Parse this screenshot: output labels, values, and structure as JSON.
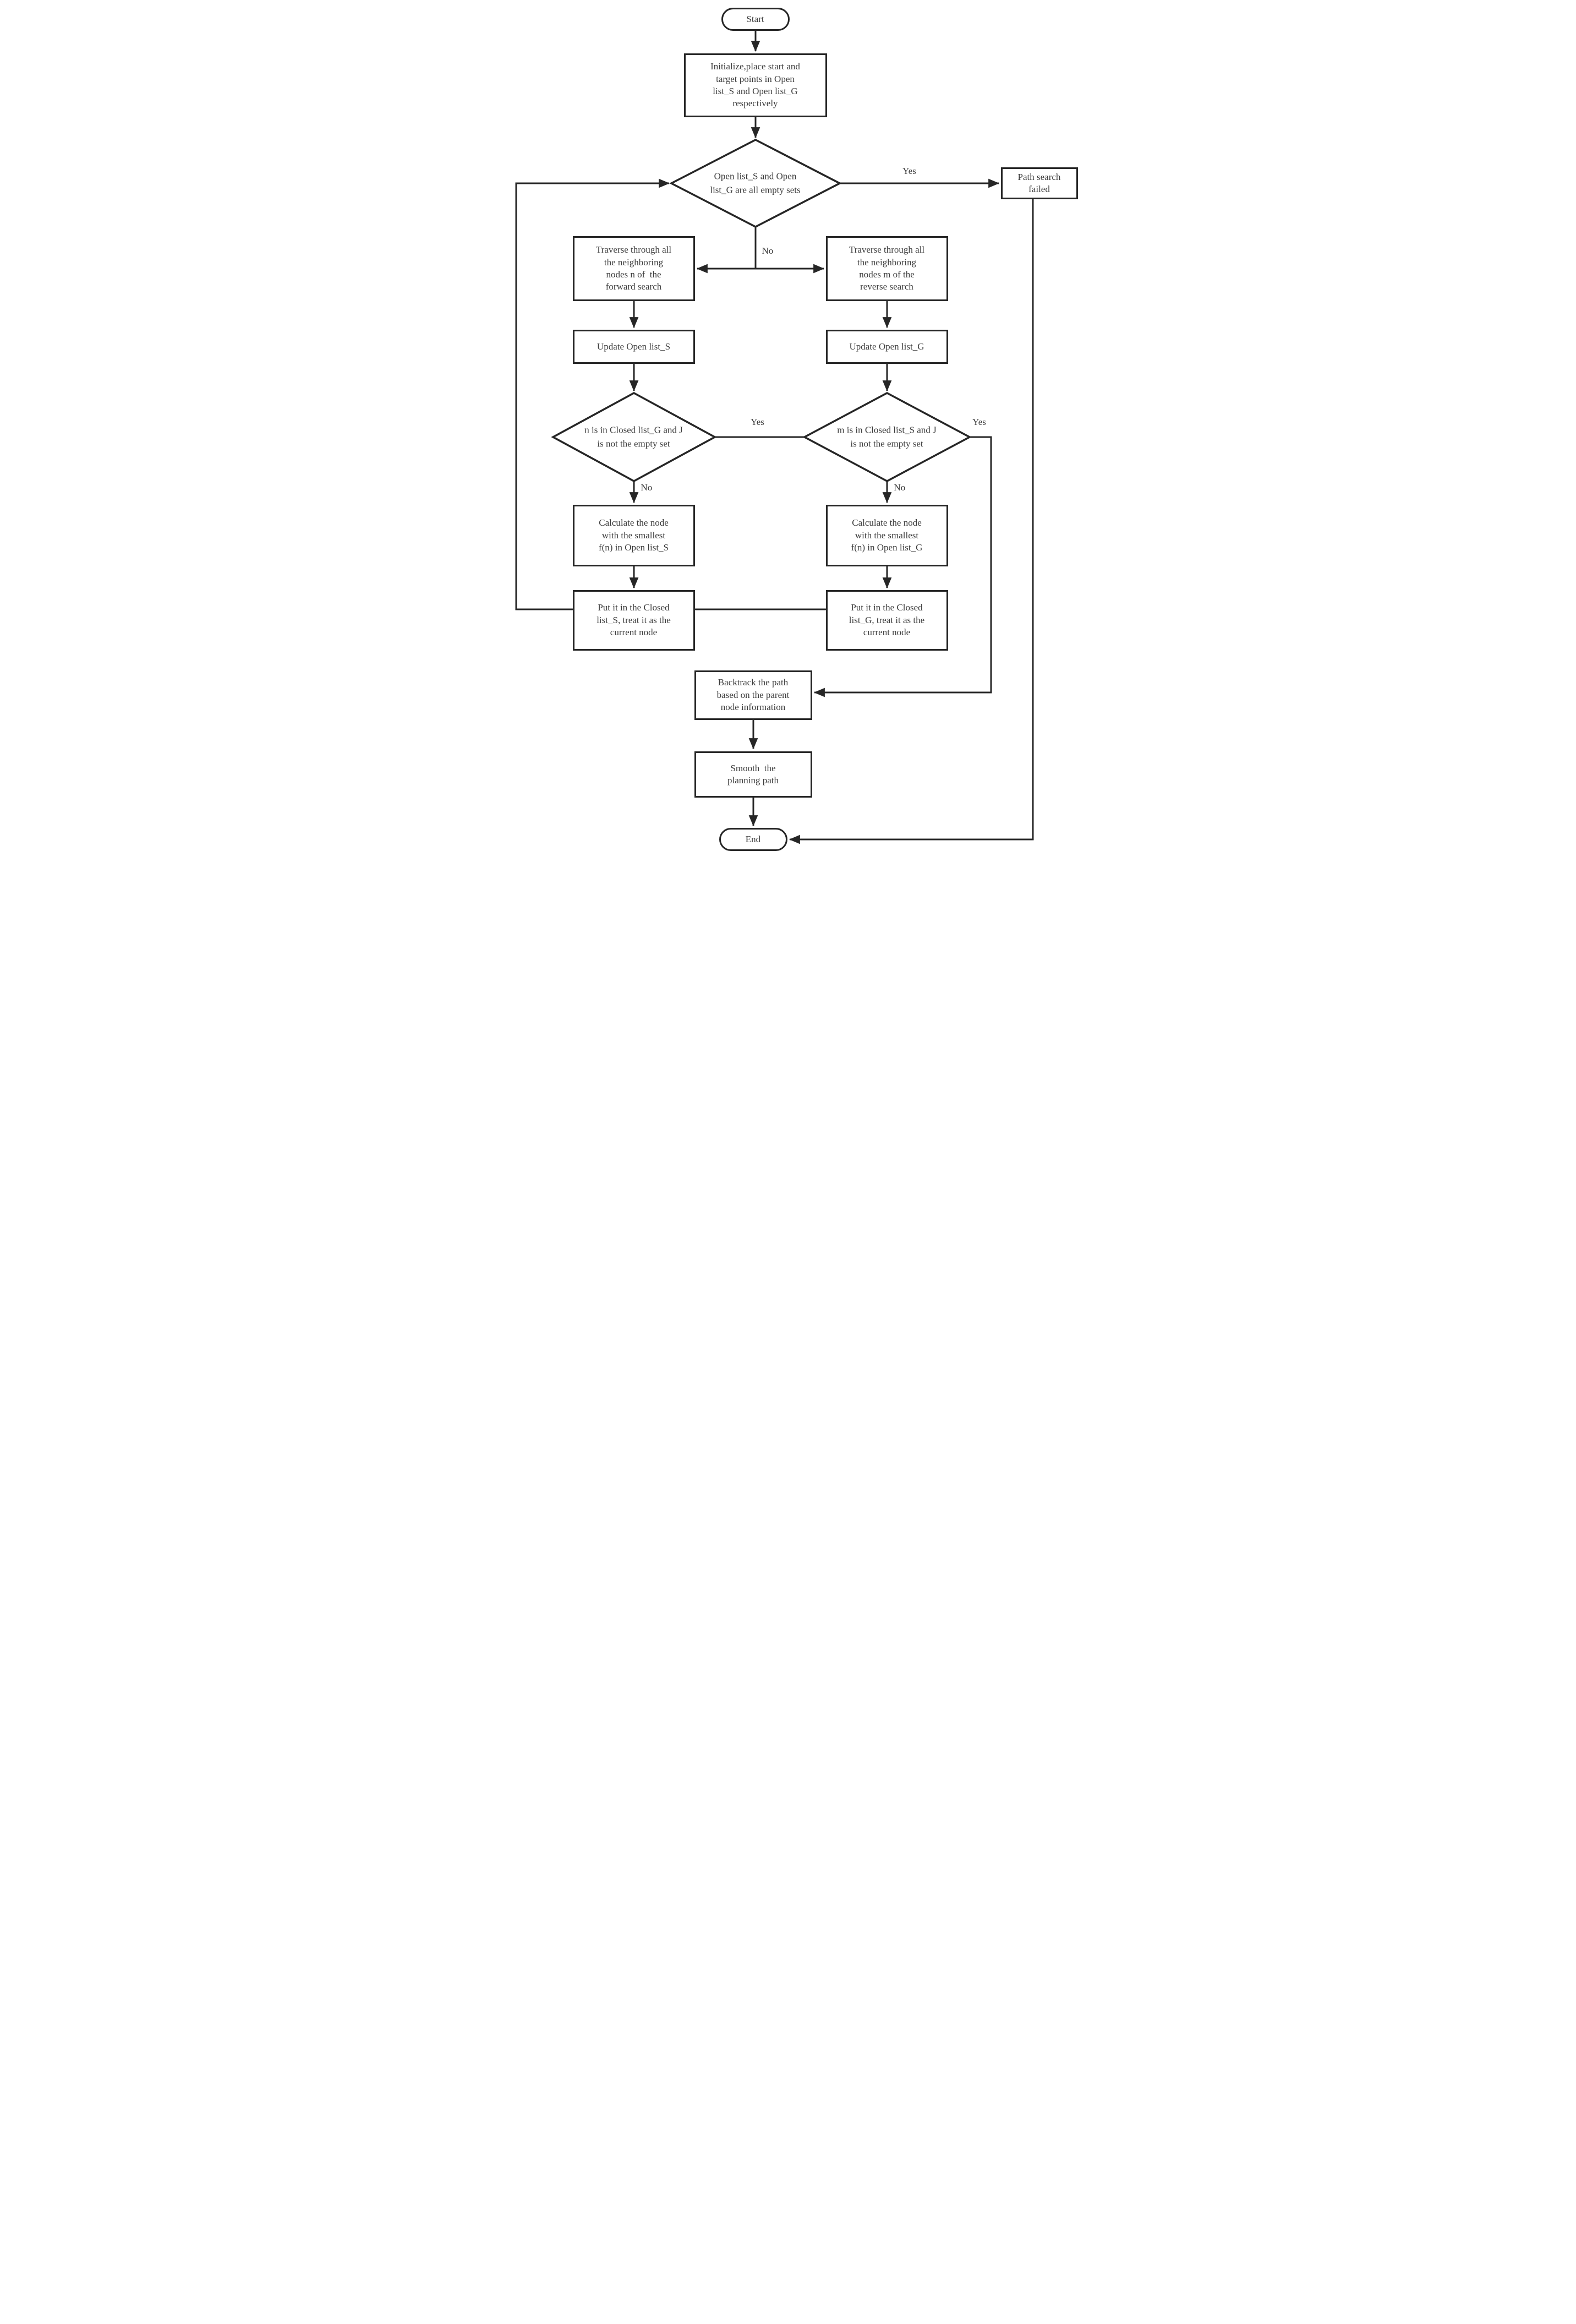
{
  "nodes": {
    "start": {
      "label": "Start"
    },
    "init": {
      "lines": [
        "Initialize,place start and",
        "target points in Open",
        "list_S and Open list_G",
        "respectively"
      ]
    },
    "empty_check": {
      "lines": [
        "Open list_S and Open",
        "list_G are all empty sets"
      ]
    },
    "path_failed": {
      "lines": [
        "Path search",
        "failed"
      ]
    },
    "traverse_forward": {
      "lines": [
        "Traverse through all",
        "the neighboring",
        "nodes n of  the",
        "forward search"
      ]
    },
    "traverse_reverse": {
      "lines": [
        "Traverse through all",
        "the neighboring",
        "nodes m of the",
        "reverse search"
      ]
    },
    "update_open_s": {
      "label": "Update Open list_S"
    },
    "update_open_g": {
      "label": "Update Open list_G"
    },
    "closed_check_forward": {
      "lines": [
        "n is in Closed list_G and J",
        "is not the empty set"
      ]
    },
    "closed_check_reverse": {
      "lines": [
        "m is in Closed list_S and J",
        "is not the empty set"
      ]
    },
    "calc_smallest_s": {
      "lines": [
        "Calculate the node",
        "with the smallest",
        "f(n) in Open list_S"
      ]
    },
    "calc_smallest_g": {
      "lines": [
        "Calculate the node",
        "with the smallest",
        "f(n) in Open list_G"
      ]
    },
    "put_closed_s": {
      "lines": [
        "Put it in the Closed",
        "list_S, treat it as the",
        "current node"
      ]
    },
    "put_closed_g": {
      "lines": [
        "Put it in the Closed",
        "list_G, treat it as the",
        "current node"
      ]
    },
    "backtrack": {
      "lines": [
        "Backtrack the path",
        "based on the parent",
        "node information"
      ]
    },
    "smooth": {
      "lines": [
        "Smooth  the",
        "planning path"
      ]
    },
    "end": {
      "label": "End"
    }
  },
  "edge_labels": {
    "yes_top": "Yes",
    "no_top": "No",
    "yes_forward": "Yes",
    "no_forward": "No",
    "yes_reverse": "Yes",
    "no_reverse": "No"
  },
  "colors": {
    "stroke": "#262626",
    "text": "#3c3c3c",
    "background": "#ffffff"
  }
}
